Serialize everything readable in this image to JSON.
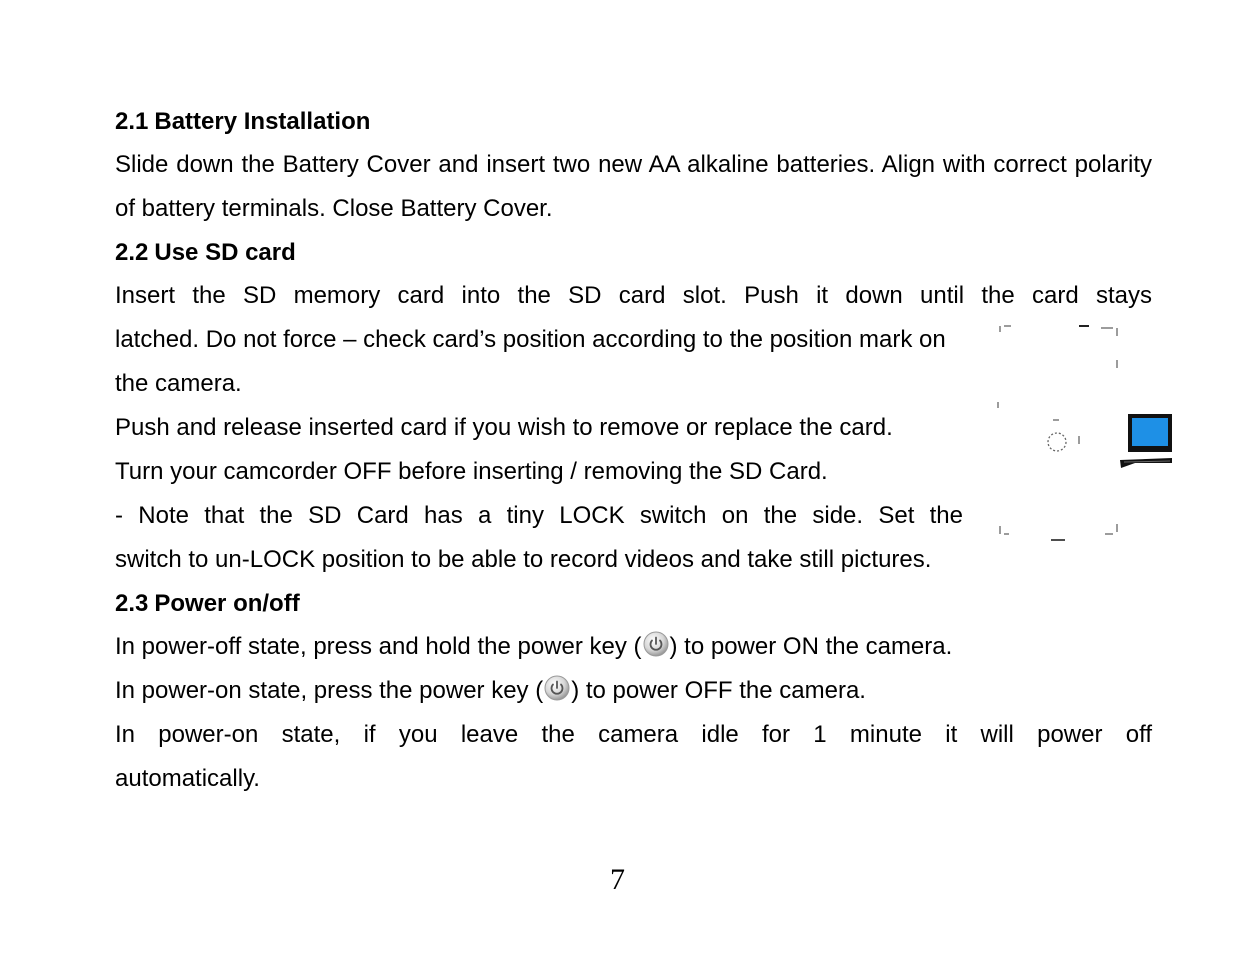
{
  "section_battery": {
    "number": "2.1",
    "title": "Battery Installation",
    "text": "Slide down the Battery Cover and insert two new AA alkaline batteries. Align with correct polarity of battery terminals. Close Battery Cover."
  },
  "section_sd": {
    "number": "2.2",
    "title": "Use SD card",
    "text_full": "Insert the SD memory card into the SD card slot. Push it down until the card stays",
    "text_narrow_1": "latched. Do not force – check card’s position according to the position mark on the camera.",
    "text_narrow_2": "Push and release inserted card if you wish to remove or replace the card.",
    "text_narrow_3": "Turn your camcorder OFF before inserting / removing the SD Card.",
    "text_narrow_4": "- Note that the SD Card has a tiny LOCK switch on the side. Set the",
    "text_full_2": "switch to un-LOCK position to be able to record videos and take still pictures."
  },
  "section_power": {
    "number": "2.3",
    "title": "Power on/off",
    "line1_before": "In power-off state, press and hold the power key (",
    "line1_after": ") to power ON the camera.",
    "line2_before": "In power-on state, press the power key (",
    "line2_after": ") to power OFF the camera.",
    "line3_words": [
      "In",
      "power-on",
      "state,",
      "if",
      "you",
      "leave",
      "the",
      "camera",
      "idle",
      "for",
      "1",
      "minute",
      "it",
      "will",
      "power",
      "off"
    ],
    "line4": "automatically."
  },
  "icons": {
    "power": "power-icon",
    "figure": "sd-card-camera-diagram",
    "accent": "#1e90e6"
  },
  "page_number": "7"
}
